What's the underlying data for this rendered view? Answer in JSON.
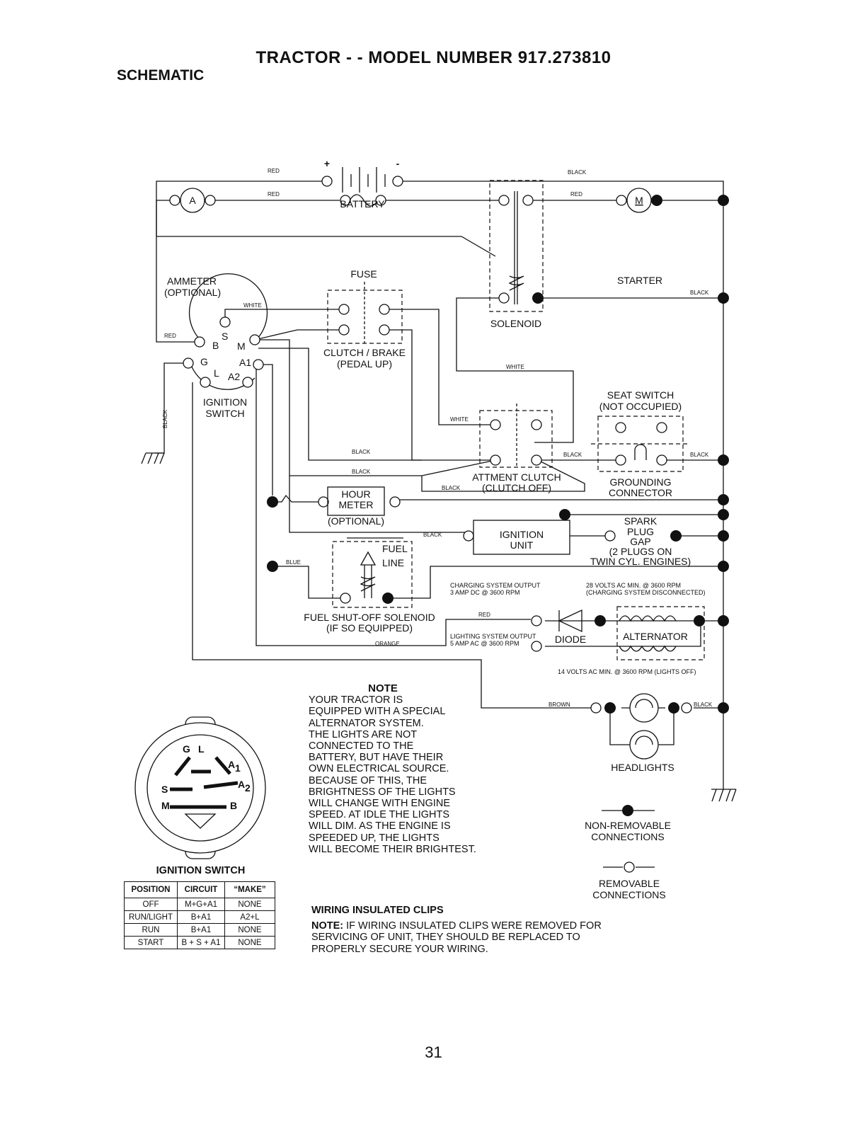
{
  "title": "TRACTOR - - MODEL NUMBER 917.273810",
  "section": "SCHEMATIC",
  "components": {
    "battery": "BATTERY",
    "battery_plus": "+",
    "battery_minus": "-",
    "ammeter": "AMMETER",
    "ammeter_optional": "(OPTIONAL)",
    "ammeter_symbol": "A",
    "fuse": "FUSE",
    "solenoid": "SOLENOID",
    "starter": "STARTER",
    "starter_symbol": "M",
    "clutch_brake": "CLUTCH / BRAKE",
    "clutch_brake_sub": "(PEDAL UP)",
    "ignition_switch_l1": "IGNITION",
    "ignition_switch_l2": "SWITCH",
    "seat_switch": "SEAT SWITCH",
    "seat_switch_sub": "(NOT OCCUPIED)",
    "attment_clutch": "ATTMENT CLUTCH",
    "attment_clutch_sub": "(CLUTCH OFF)",
    "grounding_l1": "GROUNDING",
    "grounding_l2": "CONNECTOR",
    "hour_meter_l1": "HOUR",
    "hour_meter_l2": "METER",
    "hour_meter_optional": "(OPTIONAL)",
    "ignition_unit_l1": "IGNITION",
    "ignition_unit_l2": "UNIT",
    "spark_l1": "SPARK",
    "spark_l2": "PLUG",
    "spark_l3": "GAP",
    "spark_l4": "(2 PLUGS ON",
    "spark_l5": "TWIN CYL. ENGINES)",
    "fuel_line_l1": "FUEL",
    "fuel_line_l2": "LINE",
    "fuel_solenoid": "FUEL SHUT-OFF SOLENOID",
    "fuel_solenoid_sub": "(IF SO EQUIPPED)",
    "diode": "DIODE",
    "alternator": "ALTERNATOR",
    "headlights": "HEADLIGHTS",
    "charging_out_l1": "CHARGING SYSTEM OUTPUT",
    "charging_out_l2": "3 AMP DC @ 3600 RPM",
    "volts28_l1": "28 VOLTS AC MIN. @ 3600 RPM",
    "volts28_l2": "(CHARGING SYSTEM DISCONNECTED)",
    "lighting_out_l1": "LIGHTING SYSTEM OUTPUT",
    "lighting_out_l2": "5 AMP AC @ 3600 RPM",
    "volts14": "14 VOLTS AC MIN. @ 3600 RPM (LIGHTS OFF)"
  },
  "switch_terminals": {
    "b": "B",
    "s": "S",
    "m": "M",
    "g": "G",
    "a1": "A1",
    "l": "L",
    "a2": "A2"
  },
  "wires": {
    "red": "RED",
    "black": "BLACK",
    "white": "WHITE",
    "blue": "BLUE",
    "orange": "ORANGE",
    "brown": "BROWN"
  },
  "legend": {
    "nonremovable_l1": "NON-REMOVABLE",
    "nonremovable_l2": "CONNECTIONS",
    "removable_l1": "REMOVABLE",
    "removable_l2": "CONNECTIONS"
  },
  "note": {
    "heading": "NOTE",
    "lines": [
      "YOUR TRACTOR IS",
      "EQUIPPED WITH A SPECIAL",
      "ALTERNATOR SYSTEM.",
      "THE LIGHTS ARE NOT",
      "CONNECTED TO THE",
      "BATTERY, BUT HAVE THEIR",
      "OWN ELECTRICAL SOURCE.",
      "BECAUSE OF THIS, THE",
      "BRIGHTNESS OF THE LIGHTS",
      "WILL CHANGE WITH ENGINE",
      "SPEED.  AT IDLE THE LIGHTS",
      "WILL DIM.  AS THE ENGINE IS",
      "SPEEDED UP, THE LIGHTS",
      "WILL BECOME THEIR BRIGHTEST."
    ]
  },
  "clips": {
    "heading": "WIRING INSULATED CLIPS",
    "note_label": "NOTE:",
    "line1": " IF WIRING INSULATED CLIPS WERE REMOVED FOR",
    "line2": "SERVICING OF UNIT, THEY SHOULD BE REPLACED TO",
    "line3": "PROPERLY SECURE YOUR WIRING."
  },
  "switch_diagram": {
    "g": "G",
    "l": "L",
    "a1": "A",
    "a1_sub": "1",
    "a2": "A",
    "a2_sub": "2",
    "s": "S",
    "m": "M",
    "b": "B"
  },
  "ignition_table": {
    "title": "IGNITION SWITCH",
    "headers": [
      "POSITION",
      "CIRCUIT",
      "“MAKE”"
    ],
    "rows": [
      [
        "OFF",
        "M+G+A1",
        "NONE"
      ],
      [
        "RUN/LIGHT",
        "B+A1",
        "A2+L"
      ],
      [
        "RUN",
        "B+A1",
        "NONE"
      ],
      [
        "START",
        "B + S + A1",
        "NONE"
      ]
    ]
  },
  "page_number": "31"
}
